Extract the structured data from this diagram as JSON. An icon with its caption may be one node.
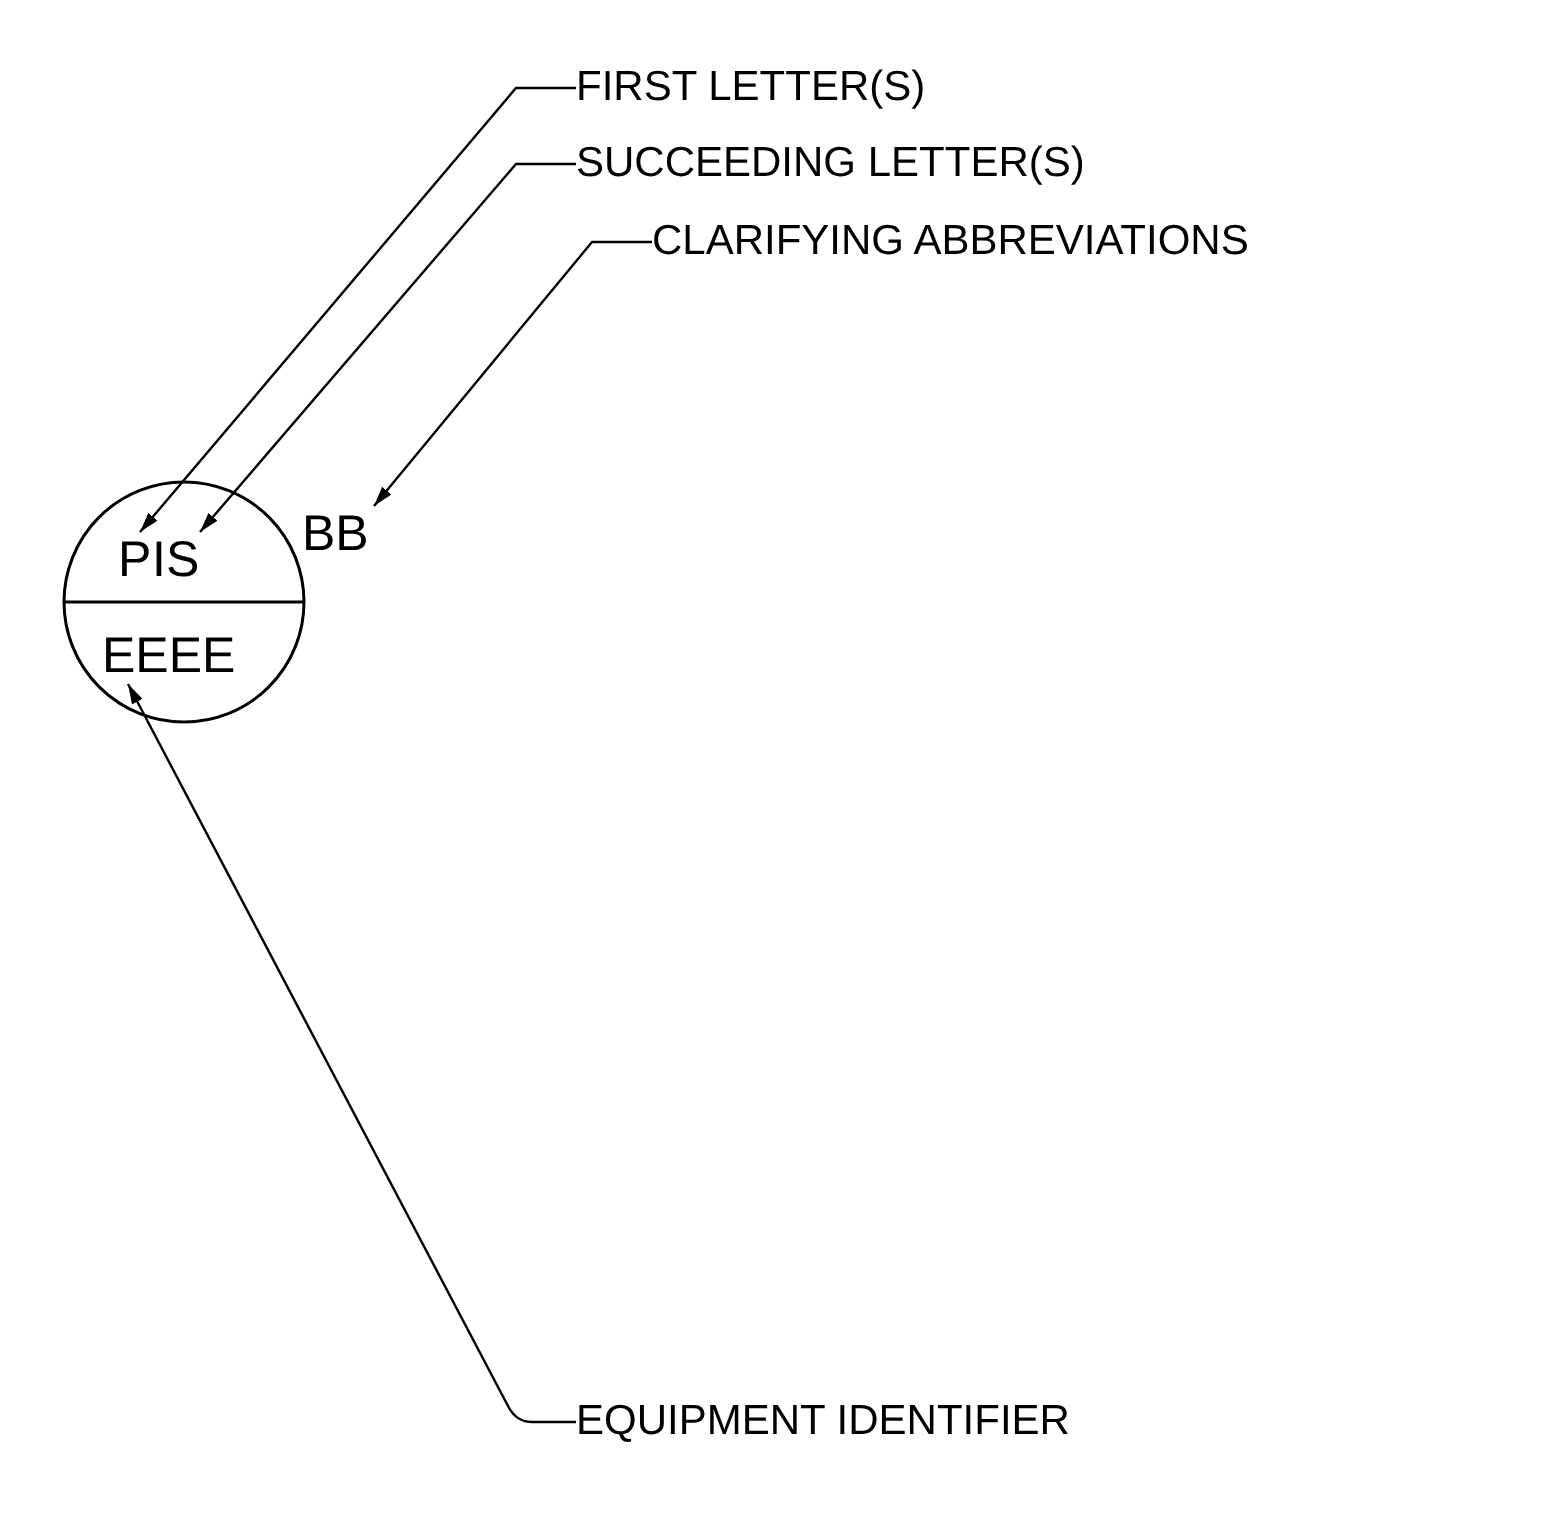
{
  "diagram": {
    "nodes": [
      {
        "text": [
          "FIRST LETTER(S)"
        ]
      },
      {
        "text": [
          "SUCCEEDING LETTER(S)"
        ]
      },
      {
        "text": [
          "CLARIFYING ABBREVIATIONS"
        ]
      },
      {
        "text": [
          "EQUIPMENT IDENTIFIER"
        ]
      },
      {
        "text": [],
        "shape": "circle"
      },
      {
        "text": [
          "P"
        ],
        "in": 4
      },
      {
        "text": [
          "IS"
        ],
        "in": 4
      },
      {
        "text": [
          "BB"
        ]
      },
      {
        "text": [
          "EEEE"
        ],
        "in": 4
      }
    ],
    "edges": [
      {
        "from": 0,
        "to": 5,
        "arrow": "to"
      },
      {
        "from": 1,
        "to": 6,
        "arrow": "to"
      },
      {
        "from": 2,
        "to": 7,
        "arrow": "to"
      },
      {
        "from": 3,
        "to": 8,
        "arrow": "to"
      }
    ]
  }
}
